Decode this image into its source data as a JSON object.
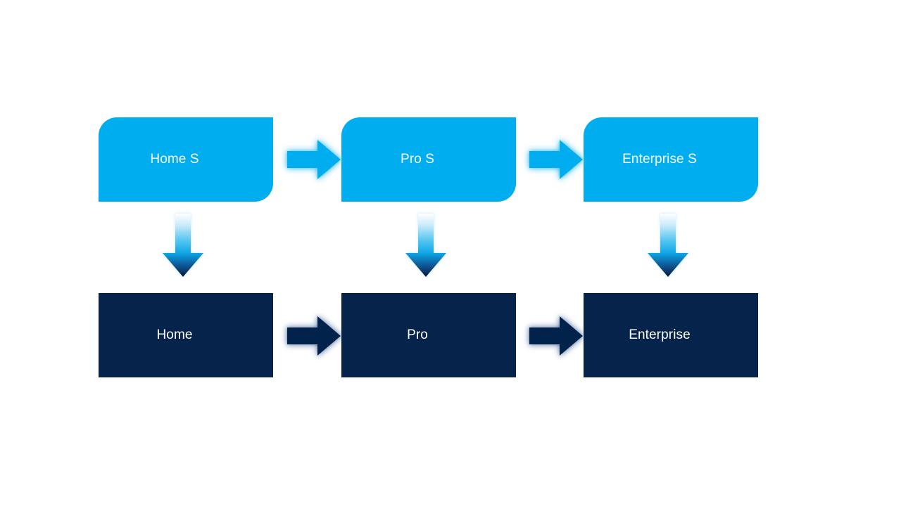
{
  "diagram": {
    "type": "flow",
    "title": "",
    "background_color": "#ffffff",
    "colors": {
      "service_tier": "#00ADEF",
      "product_tier": "#06234C",
      "label_text": "#ffffff",
      "arrow_right_top": "#00ADEF",
      "arrow_right_bottom": "#06234C",
      "arrow_down_gradient_start": "#ffffff",
      "arrow_down_gradient_mid": "#17A9E8",
      "arrow_down_gradient_end": "#062049"
    },
    "rows": [
      {
        "id": "service-row",
        "style": "service",
        "nodes": [
          {
            "id": "home-s",
            "label": "Home S"
          },
          {
            "id": "pro-s",
            "label": "Pro S"
          },
          {
            "id": "enterprise-s",
            "label": "Enterprise S"
          }
        ]
      },
      {
        "id": "product-row",
        "style": "product",
        "nodes": [
          {
            "id": "home",
            "label": "Home"
          },
          {
            "id": "pro",
            "label": "Pro"
          },
          {
            "id": "enterprise",
            "label": "Enterprise"
          }
        ]
      }
    ],
    "connectors": [
      {
        "id": "home-s-to-pro-s",
        "icon": "arrow-right-icon",
        "direction": "right",
        "color": "#00ADEF"
      },
      {
        "id": "pro-s-to-enterprise-s",
        "icon": "arrow-right-icon",
        "direction": "right",
        "color": "#00ADEF"
      },
      {
        "id": "home-to-pro",
        "icon": "arrow-right-icon",
        "direction": "right",
        "color": "#06234C"
      },
      {
        "id": "pro-to-enterprise",
        "icon": "arrow-right-icon",
        "direction": "right",
        "color": "#06234C"
      },
      {
        "id": "home-s-to-home",
        "icon": "arrow-down-icon",
        "direction": "down",
        "color": "gradient"
      },
      {
        "id": "pro-s-to-pro",
        "icon": "arrow-down-icon",
        "direction": "down",
        "color": "gradient"
      },
      {
        "id": "enterprise-s-to-enterprise",
        "icon": "arrow-down-icon",
        "direction": "down",
        "color": "gradient"
      }
    ]
  }
}
